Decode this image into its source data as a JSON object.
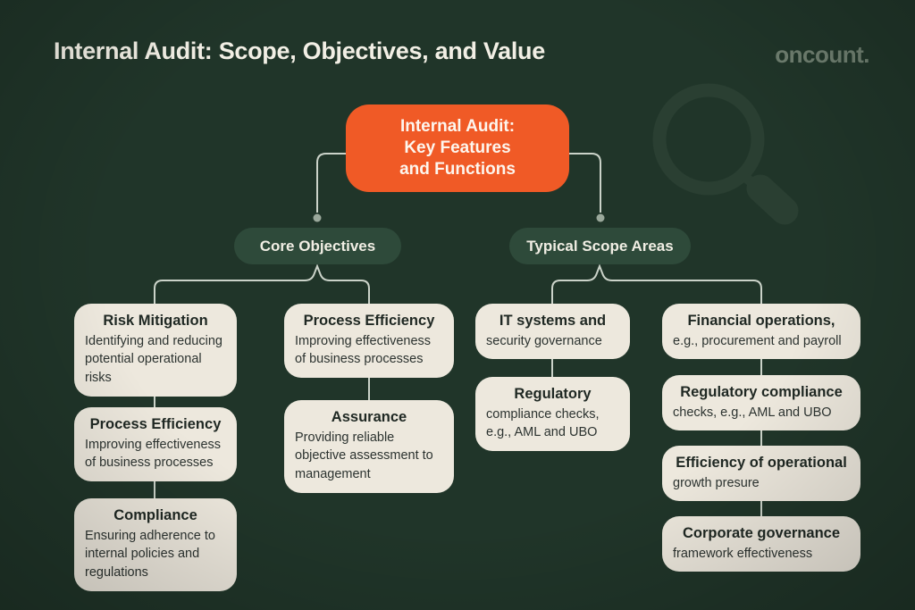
{
  "page": {
    "title": "Internal Audit: Scope, Objectives, and Value",
    "logo": "oncount."
  },
  "root_node": {
    "lines": [
      "Internal Audit:",
      "Key Features",
      "and Functions"
    ]
  },
  "branches": [
    {
      "label": "Core Objectives",
      "columns": [
        {
          "items": [
            {
              "title": "Risk Mitigation",
              "body": "Identifying and reducing potential operational risks"
            },
            {
              "title": "Process Efficiency",
              "body": "Improving effectiveness of business processes"
            },
            {
              "title": "Compliance",
              "body": "Ensuring adherence to internal policies and regulations"
            }
          ]
        },
        {
          "items": [
            {
              "title": "Process Efficiency",
              "body": "Improving effectiveness of business processes"
            },
            {
              "title": "Assurance",
              "body": "Providing reliable objective assessment to management"
            }
          ]
        }
      ]
    },
    {
      "label": "Typical Scope Areas",
      "columns": [
        {
          "items": [
            {
              "title": "IT systems and",
              "body": "security governance"
            },
            {
              "title": "Regulatory",
              "body": "compliance checks, e.g., AML and UBO"
            }
          ]
        },
        {
          "items": [
            {
              "title": "Financial operations,",
              "body": "e.g., procurement and payroll"
            },
            {
              "title": "Regulatory compliance",
              "body": "checks, e.g., AML and UBO"
            },
            {
              "title": "Efficiency of operational",
              "body": "growth presure"
            },
            {
              "title": "Corporate governance",
              "body": "framework effectiveness"
            }
          ]
        }
      ]
    }
  ],
  "icons": {
    "watermark": "magnifier-icon"
  },
  "colors": {
    "background": "#203529",
    "accent_orange": "#F05A26",
    "pill_green": "#2E4A3A",
    "card_cream": "#EDE8DD",
    "connector_line": "#CBD3C9",
    "title_text": "#F2EFE5",
    "logo_text": "#6F7F70"
  }
}
